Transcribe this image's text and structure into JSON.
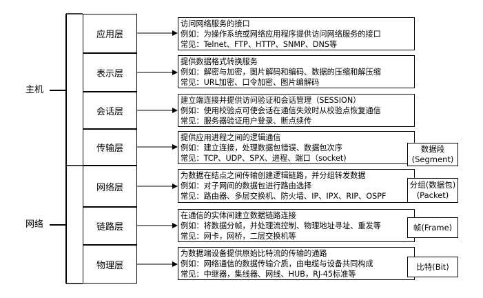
{
  "groups": {
    "host": "主机",
    "network": "网络"
  },
  "layers": [
    {
      "name": "应用层",
      "lines": [
        "访问网络服务的接口",
        "例如：为操作系统或网络应用程序提供访问网络服务的接口",
        "常见：Telnet、FTP、HTTP、SNMP、DNS等"
      ]
    },
    {
      "name": "表示层",
      "lines": [
        "提供数据格式转换服务",
        "例如：解密与加密，图片解码和编码、数据的压缩和解压缩",
        "常见：URL加密、口令加密、图片编解码"
      ]
    },
    {
      "name": "会话层",
      "lines": [
        "建立端连接并提供访问验证和会话管理（SESSION）",
        "例如：使用校验点可使会话在通信失效时从校验点恢复通信",
        "常见：服务器验证用户登录、断点续传"
      ]
    },
    {
      "name": "传输层",
      "lines": [
        "提供应用进程之间的逻辑通信",
        "例如：建立连接，处理数据包错误、数据包次序",
        "常见：TCP、UDP、SPX、进程、端口（socket)"
      ]
    },
    {
      "name": "网络层",
      "lines": [
        "为数据在结点之间传输创建逻辑链路，并分组转发数据",
        "例如：对子网间的数据包进行路由选择",
        "常见：路由器、多层交换机、防火墙、IP、IPX、RIP、OSPF"
      ]
    },
    {
      "name": "链路层",
      "lines": [
        "在通信的实体间建立数据链路连接",
        "例如：将数据分帧，并处理流控制、物理地址寻址、重发等",
        "常见：网卡，网桥，二层交换机等"
      ]
    },
    {
      "name": "物理层",
      "lines": [
        "为数据端设备提供原始比特流的传输的通路",
        "例如：网络通信的数据传输介质，由电缆与设备共同构成",
        "常见：中继器，集线器、网线、HUB，RJ-45标准等"
      ]
    }
  ],
  "pdus": [
    {
      "line1": "数据段",
      "line2": "(Segment)"
    },
    {
      "line1": "分组(数据包)",
      "line2": "(Packet)"
    },
    {
      "line1": "帧(Frame)",
      "line2": ""
    },
    {
      "line1": "比特(Bit)",
      "line2": ""
    }
  ]
}
